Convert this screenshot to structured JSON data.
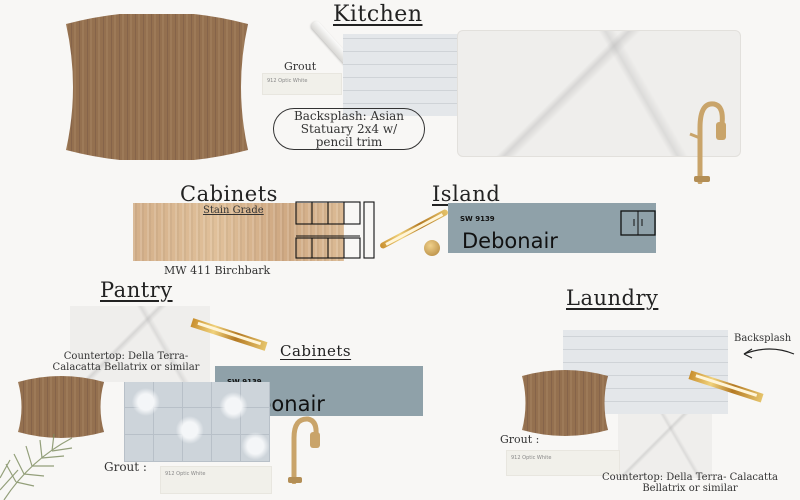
{
  "kitchen": {
    "title": "Kitchen",
    "grout_label": "Grout",
    "grout_chip": "912 Optic White",
    "backsplash_label": "Backsplash: Asian Statuary 2x4 w/ pencil trim"
  },
  "cabinets": {
    "title": "Cabinets",
    "subtitle": "Stain Grade",
    "finish": "MW 411 Birchbark"
  },
  "island": {
    "title": "Island",
    "paint_code": "SW 9139",
    "paint_name": "Debonair",
    "color": "#8fa1a9"
  },
  "pantry": {
    "title": "Pantry",
    "countertop_label": "Countertop: Della Terra- Calacatta Bellatrix or similar",
    "cabinets_title": "Cabinets",
    "paint_code": "SW 9139",
    "paint_name": "Debonair",
    "grout_label": "Grout :",
    "grout_chip": "912 Optic White"
  },
  "laundry": {
    "title": "Laundry",
    "backsplash_label": "Backsplash",
    "grout_label": "Grout :",
    "grout_chip": "912 Optic White",
    "countertop_label": "Countertop: Della Terra- Calacatta Bellatrix or similar"
  }
}
